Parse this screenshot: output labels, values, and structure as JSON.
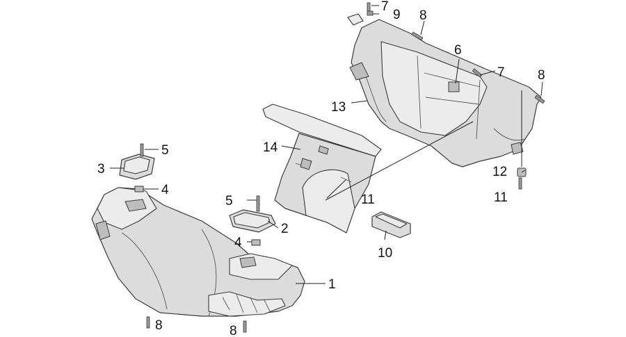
{
  "callouts": [
    {
      "id": "c1",
      "label": "1"
    },
    {
      "id": "c2",
      "label": "2"
    },
    {
      "id": "c3",
      "label": "3"
    },
    {
      "id": "c4a",
      "label": "4"
    },
    {
      "id": "c4b",
      "label": "4"
    },
    {
      "id": "c5a",
      "label": "5"
    },
    {
      "id": "c5b",
      "label": "5"
    },
    {
      "id": "c6",
      "label": "6"
    },
    {
      "id": "c7a",
      "label": "7"
    },
    {
      "id": "c7b",
      "label": "7"
    },
    {
      "id": "c8a",
      "label": "8"
    },
    {
      "id": "c8b",
      "label": "8"
    },
    {
      "id": "c8c",
      "label": "8"
    },
    {
      "id": "c8d",
      "label": "8"
    },
    {
      "id": "c9",
      "label": "9"
    },
    {
      "id": "c10",
      "label": "10"
    },
    {
      "id": "c11a",
      "label": "11"
    },
    {
      "id": "c11b",
      "label": "11"
    },
    {
      "id": "c12",
      "label": "12"
    },
    {
      "id": "c13",
      "label": "13"
    },
    {
      "id": "c14",
      "label": "14"
    }
  ]
}
